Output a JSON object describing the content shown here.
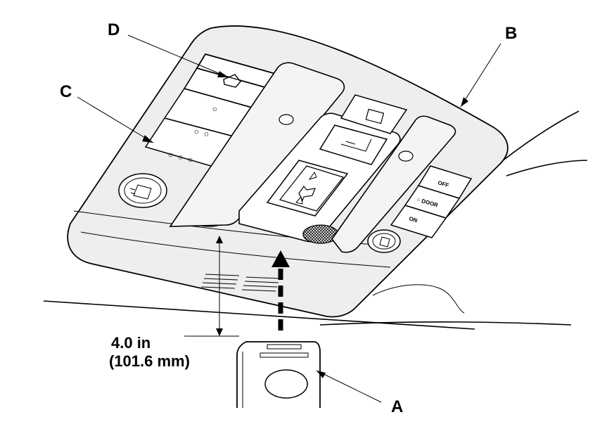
{
  "callouts": {
    "a": "A",
    "b": "B",
    "c": "C",
    "d": "D"
  },
  "dimension": {
    "line1": "4.0 in",
    "line2": "(101.6 mm)"
  },
  "buttons": {
    "off": "OFF",
    "door": "○ DOOR",
    "on": "ON",
    "dot1": "○",
    "dot2": "○ ○",
    "dot3": "○ ○ ○"
  }
}
